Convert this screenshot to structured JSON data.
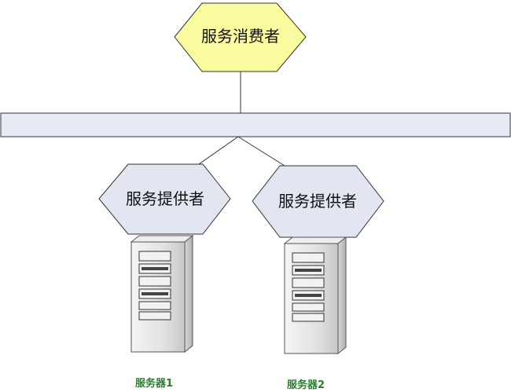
{
  "consumer": {
    "label": "服务消费者"
  },
  "providers": [
    {
      "label": "服务提供者"
    },
    {
      "label": "服务提供者"
    }
  ],
  "servers": [
    {
      "label": "服务器1"
    },
    {
      "label": "服务器2"
    }
  ],
  "colors": {
    "consumer_fill": "#fafa9e",
    "provider_fill": "#e2e6f0",
    "bus_fill": "#e6ebf5",
    "server_label": "#2e7d32"
  }
}
